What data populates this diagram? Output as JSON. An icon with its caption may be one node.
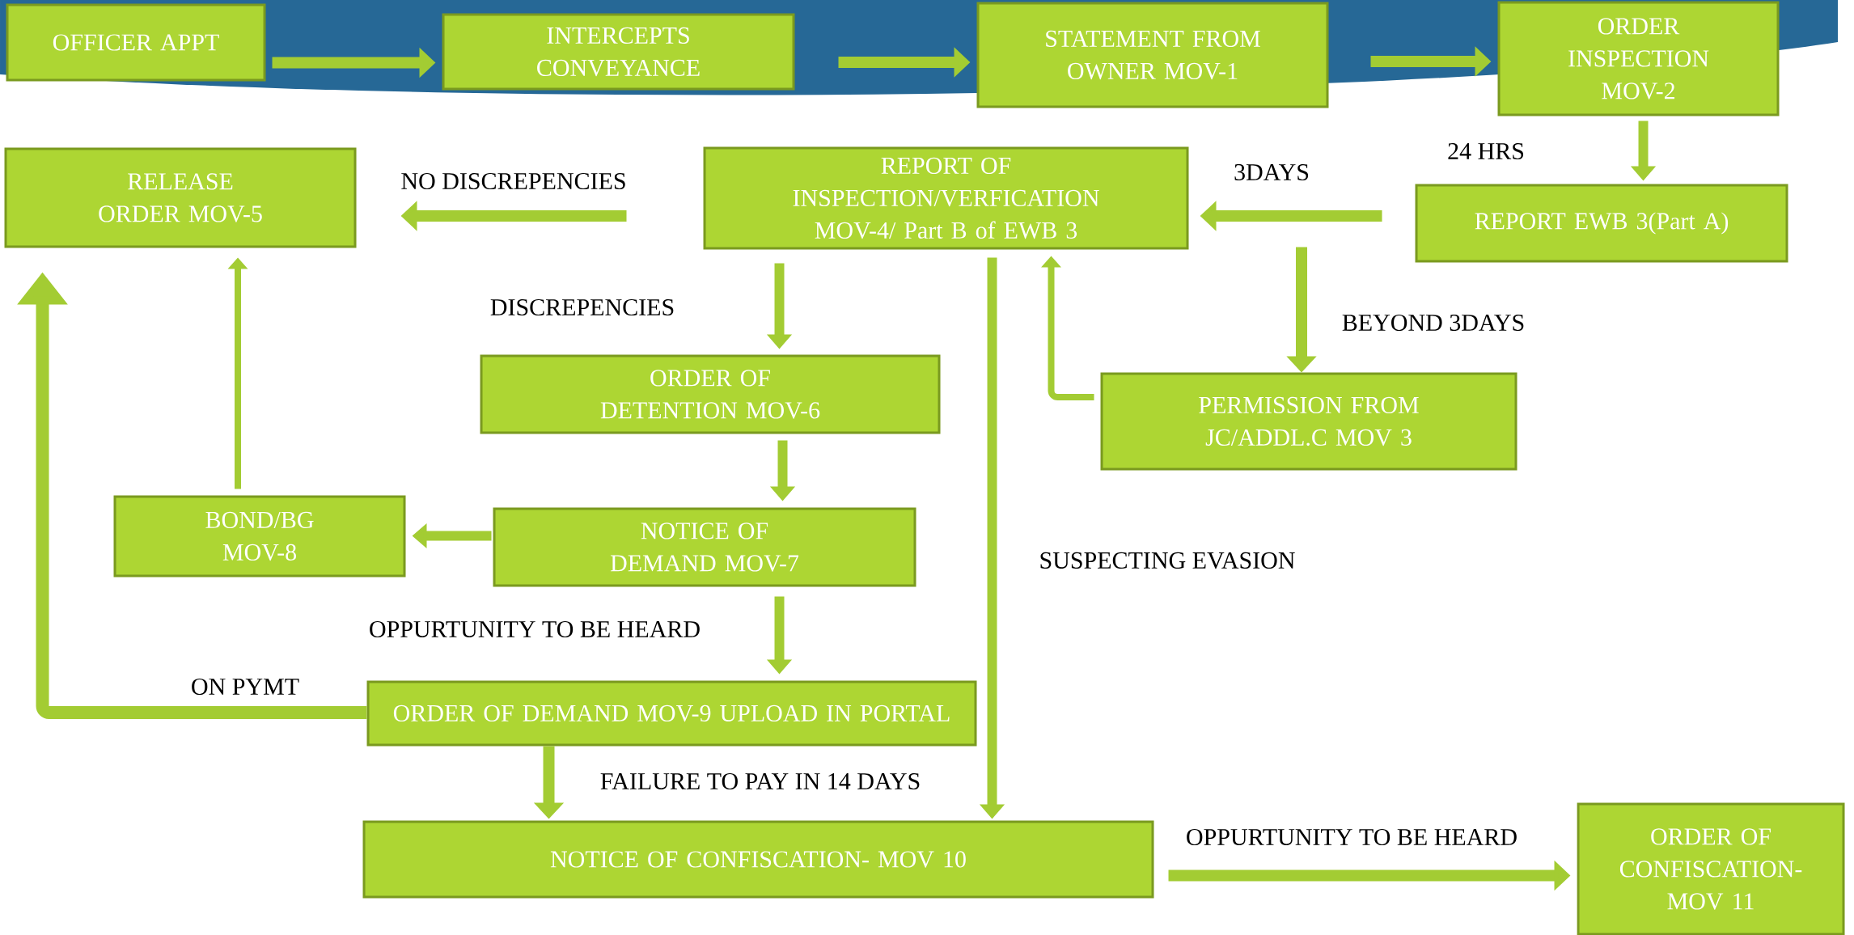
{
  "diagram": {
    "nodes": [
      {
        "text": [
          "OFFICER APPT"
        ]
      },
      {
        "text": [
          "INTERCEPTS CONVEYANCE"
        ]
      },
      {
        "text": [
          "STATEMENT FROM OWNER MOV-1"
        ]
      },
      {
        "text": [
          "ORDER INSPECTION MOV-2"
        ]
      },
      {
        "text": [
          "REPORT EWB 3(Part A)"
        ]
      },
      {
        "text": [
          "REPORT OF INSPECTION/VERFICATION MOV-4/ Part B of EWB 3"
        ]
      },
      {
        "text": [
          "RELEASE ORDER MOV-5"
        ]
      },
      {
        "text": [
          "PERMISSION FROM JC/ADDL.C MOV 3"
        ]
      },
      {
        "text": [
          "ORDER OF DETENTION MOV-6"
        ]
      },
      {
        "text": [
          "NOTICE OF DEMAND MOV-7"
        ]
      },
      {
        "text": [
          "BOND/BG MOV-8"
        ]
      },
      {
        "text": [
          "ORDER OF DEMAND MOV-9 UPLOAD IN PORTAL"
        ]
      },
      {
        "text": [
          "NOTICE OF CONFISCATION- MOV 10"
        ]
      },
      {
        "text": [
          "ORDER OF CONFISCATION- MOV 11"
        ]
      }
    ],
    "edges": [
      {
        "from": 0,
        "to": 1,
        "arrow": "to"
      },
      {
        "from": 1,
        "to": 2,
        "arrow": "to"
      },
      {
        "from": 2,
        "to": 3,
        "arrow": "to"
      },
      {
        "from": 3,
        "to": 4,
        "arrow": "to",
        "label": "24 HRS"
      },
      {
        "from": 4,
        "to": 5,
        "arrow": "to",
        "label": "3DAYS"
      },
      {
        "from": 5,
        "to": 6,
        "arrow": "to",
        "label": "NO DISCREPENCIES"
      },
      {
        "from": 5,
        "to": 8,
        "arrow": "to",
        "label": "DISCREPENCIES"
      },
      {
        "from": null,
        "to": 7,
        "arrow": "to",
        "label": "BEYOND 3DAYS"
      },
      {
        "from": 7,
        "to": 5,
        "arrow": "to"
      },
      {
        "from": 8,
        "to": 9,
        "arrow": "to"
      },
      {
        "from": 9,
        "to": 10,
        "arrow": "to"
      },
      {
        "from": 10,
        "to": 6,
        "arrow": "to"
      },
      {
        "from": 9,
        "to": 11,
        "arrow": "to",
        "label": "OPPURTUNITY TO BE HEARD"
      },
      {
        "from": 11,
        "to": 6,
        "arrow": "to",
        "label": "ON PYMT"
      },
      {
        "from": 11,
        "to": 12,
        "arrow": "to",
        "label": "FAILURE TO PAY IN 14 DAYS"
      },
      {
        "from": 5,
        "to": 12,
        "arrow": "to",
        "label": "SUSPECTING EVASION"
      },
      {
        "from": 12,
        "to": 13,
        "arrow": "to",
        "label": "OPPURTUNITY TO BE HEARD"
      }
    ]
  }
}
